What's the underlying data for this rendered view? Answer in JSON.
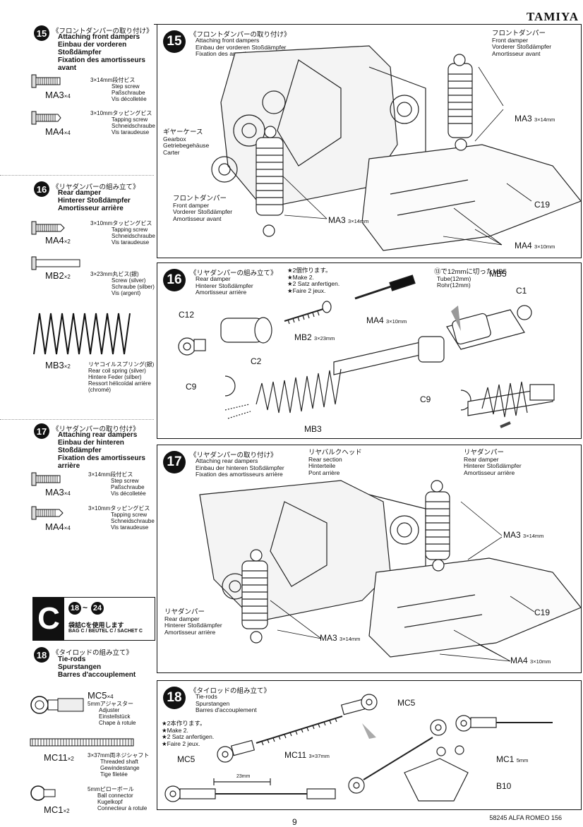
{
  "brand": "TAMIYA",
  "footer": "58245 ALFA ROMEO 156",
  "page_number": "9",
  "sidebar": {
    "s15": {
      "num": "15",
      "jp": "《フロントダンパーの取り付け》",
      "en": "Attaching front dampers",
      "de": "Einbau der vorderen Stoßdämpfer",
      "fr": "Fixation des amortisseurs avant",
      "parts": [
        {
          "code": "MA3",
          "qty": "×4",
          "jp": "3×14mm段付ビス",
          "en": "Step screw",
          "de": "Paßschraube",
          "fr": "Vis décolletée"
        },
        {
          "code": "MA4",
          "qty": "×4",
          "jp": "3×10mmタッピングビス",
          "en": "Tapping screw",
          "de": "Schneidschraube",
          "fr": "Vis taraudeuse"
        }
      ]
    },
    "s16": {
      "num": "16",
      "jp": "《リヤダンパーの組み立て》",
      "en": "Rear damper",
      "de": "Hinterer Stoßdämpfer",
      "fr": "Amortisseur arrière",
      "parts": [
        {
          "code": "MA4",
          "qty": "×2",
          "jp": "3×10mmタッピングビス",
          "en": "Tapping screw",
          "de": "Schneidschraube",
          "fr": "Vis taraudeuse"
        },
        {
          "code": "MB2",
          "qty": "×2",
          "jp": "3×23mm丸ビス(銀)",
          "en": "Screw (silver)",
          "de": "Schraube (silber)",
          "fr": "Vis (argent)"
        },
        {
          "code": "MB3",
          "qty": "×2",
          "jp": "リヤコイルスプリング(銀)",
          "en": "Rear coil spring (silver)",
          "de": "Hintere Feder (silber)",
          "fr": "Ressort hélicoïdal arrière (chromé)"
        }
      ]
    },
    "s17": {
      "num": "17",
      "jp": "《リヤダンパーの取り付け》",
      "en": "Attaching rear dampers",
      "de": "Einbau der hinteren Stoßdämpfer",
      "fr": "Fixation des amortisseurs arrière",
      "parts": [
        {
          "code": "MA3",
          "qty": "×4",
          "jp": "3×14mm段付ビス",
          "en": "Step screw",
          "de": "Paßschraube",
          "fr": "Vis décolletée"
        },
        {
          "code": "MA4",
          "qty": "×4",
          "jp": "3×10mmタッピングビス",
          "en": "Tapping screw",
          "de": "Schneidschraube",
          "fr": "Vis taraudeuse"
        }
      ]
    },
    "bag": {
      "letter": "C",
      "from": "18",
      "to": "24",
      "jp": "袋詰Cを使用します",
      "en": "BAG C / BEUTEL C / SACHET C"
    },
    "s18": {
      "num": "18",
      "jp": "《タイロッドの組み立て》",
      "en": "Tie-rods",
      "de": "Spurstangen",
      "fr": "Barres d'accouplement",
      "parts": [
        {
          "code": "MC5",
          "qty": "×4",
          "jp": "5mmアジャスター",
          "en": "Adjuster",
          "de": "Einstellstück",
          "fr": "Chape à rotule"
        },
        {
          "code": "MC11",
          "qty": "×2",
          "jp": "3×37mm両ネジシャフト",
          "en": "Threaded shaft",
          "de": "Gewindestange",
          "fr": "Tige filetée"
        },
        {
          "code": "MC1",
          "qty": "×2",
          "jp": "5mmピローボール",
          "en": "Ball connector",
          "de": "Kugelkopf",
          "fr": "Connecteur à rotule"
        }
      ]
    }
  },
  "panel15": {
    "num": "15",
    "jp": "《フロントダンパーの取り付け》",
    "en": "Attaching front dampers",
    "de": "Einbau der vorderen Stoßdämpfer",
    "fr": "Fixation des amortisseurs avant",
    "gearbox": {
      "jp": "ギヤーケース",
      "en": "Gearbox",
      "de": "Getriebegehäuse",
      "fr": "Carter"
    },
    "front_damper_top": {
      "jp": "フロントダンパー",
      "en": "Front damper",
      "de": "Vorderer Stoßdämpfer",
      "fr": "Amortisseur avant"
    },
    "front_damper_left": {
      "jp": "フロントダンパー",
      "en": "Front damper",
      "de": "Vorderer Stoßdämpfer",
      "fr": "Amortisseur avant"
    },
    "ma3_a": "MA3",
    "ma3_a_size": "3×14mm",
    "ma3_b": "MA3",
    "ma3_b_size": "3×14mm",
    "ma4": "MA4",
    "ma4_size": "3×10mm",
    "c19": "C19"
  },
  "panel16": {
    "num": "16",
    "jp": "《リヤダンパーの組み立て》",
    "en": "Rear damper",
    "de": "Hinterer Stoßdämpfer",
    "fr": "Amortisseur arrière",
    "make_jp": "★2個作ります。",
    "make_en": "★Make 2.",
    "make_de": "★2 Satz anfertigen.",
    "make_fr": "★Faire 2 jeux.",
    "tube_jp": "⑬で12mmに切ったMB5",
    "tube_en": "Tube(12mm)",
    "tube_de": "Rohr(12mm)",
    "mb5": "MB5",
    "c1": "C1",
    "c12": "C12",
    "c2": "C2",
    "c9a": "C9",
    "c9b": "C9",
    "mb2": "MB2",
    "mb2_size": "3×23mm",
    "ma4": "MA4",
    "ma4_size": "3×10mm",
    "mb3": "MB3"
  },
  "panel17": {
    "num": "17",
    "jp": "《リヤダンパーの取り付け》",
    "en": "Attaching rear dampers",
    "de": "Einbau der hinteren Stoßdämpfer",
    "fr": "Fixation des amortisseurs arrière",
    "rear_section": {
      "jp": "リヤバルクヘッド",
      "en": "Rear section",
      "de": "Hinterteile",
      "fr": "Pont arrière"
    },
    "rear_damper_top": {
      "jp": "リヤダンパー",
      "en": "Rear damper",
      "de": "Hinterer Stoßdämpfer",
      "fr": "Amortisseur arrière"
    },
    "rear_damper_left": {
      "jp": "リヤダンパー",
      "en": "Rear damper",
      "de": "Hinterer Stoßdämpfer",
      "fr": "Amortisseur arrière"
    },
    "ma3_a": "MA3",
    "ma3_a_size": "3×14mm",
    "ma3_b": "MA3",
    "ma3_b_size": "3×14mm",
    "ma4": "MA4",
    "ma4_size": "3×10mm",
    "c19": "C19"
  },
  "panel18": {
    "num": "18",
    "jp": "《タイロッドの組み立て》",
    "en": "Tie-rods",
    "de": "Spurstangen",
    "fr": "Barres d'accouplement",
    "make_jp": "★2本作ります。",
    "make_en": "★Make 2.",
    "make_de": "★2 Satz anfertigen.",
    "make_fr": "★Faire 2 jeux.",
    "mc5a": "MC5",
    "mc5b": "MC5",
    "mc11": "MC11",
    "mc11_size": "3×37mm",
    "mc1": "MC1",
    "mc1_size": "5mm",
    "b10": "B10",
    "dim": "23mm"
  }
}
